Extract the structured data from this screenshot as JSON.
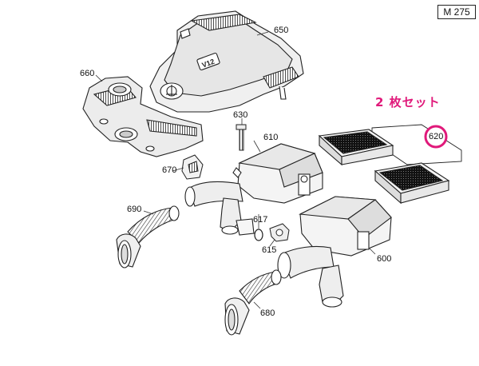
{
  "model_code": "M 275",
  "set_note": "2 枚セット",
  "parts": [
    {
      "id": "650"
    },
    {
      "id": "660"
    },
    {
      "id": "630"
    },
    {
      "id": "610"
    },
    {
      "id": "620"
    },
    {
      "id": "670"
    },
    {
      "id": "690"
    },
    {
      "id": "617"
    },
    {
      "id": "615"
    },
    {
      "id": "600"
    },
    {
      "id": "680"
    }
  ],
  "cover_badge": "V12",
  "highlight_color": "#e0197a"
}
